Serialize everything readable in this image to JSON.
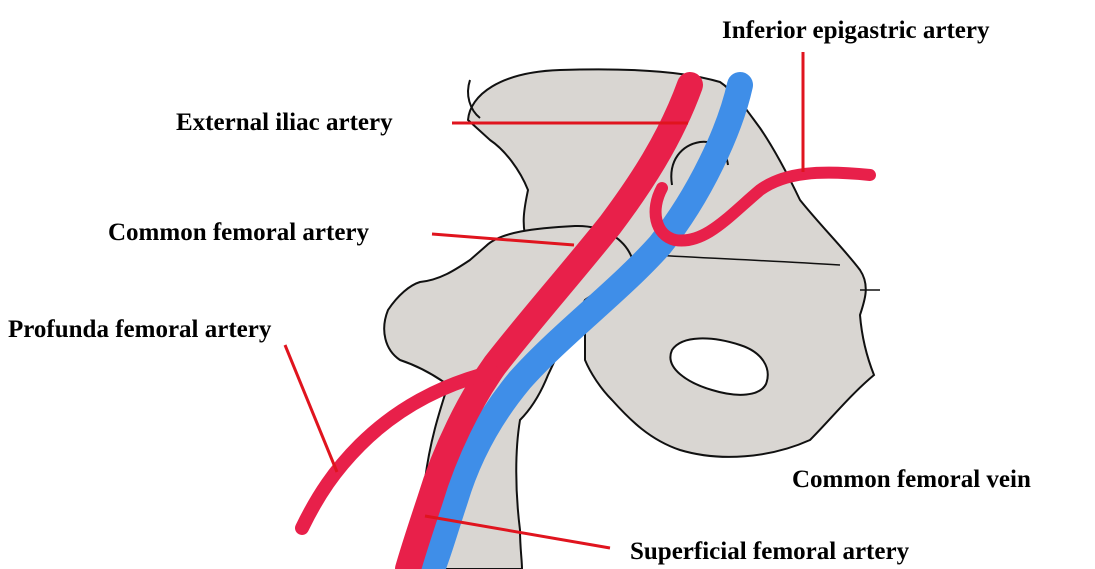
{
  "labels": {
    "inferior_epigastric_artery": "Inferior epigastric artery",
    "external_iliac_artery": "External iliac artery",
    "common_femoral_artery": "Common femoral artery",
    "profunda_femoral_artery": "Profunda femoral artery",
    "common_femoral_vein": "Common femoral vein",
    "superficial_femoral_artery": "Superficial femoral artery"
  },
  "colors": {
    "artery": "#e8204a",
    "vein": "#3f8ee8",
    "bone": "#d9d6d2",
    "leader": "#e0141e",
    "outline": "#111111"
  }
}
